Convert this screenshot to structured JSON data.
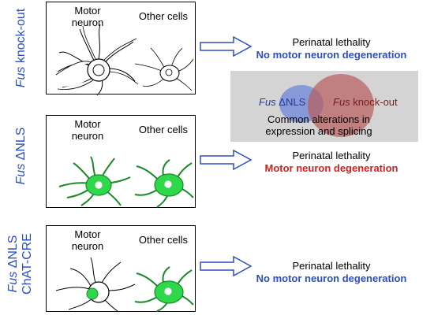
{
  "colors": {
    "blue": "#2b4ec4",
    "red": "#d22020",
    "green": "#2fd84a",
    "outline": "#000000",
    "venn_bg": "#d4d4d4",
    "venn_blue": "#6f86d8",
    "venn_red": "#b85c5c"
  },
  "rows": [
    {
      "label_italic": "Fus",
      "label_rest": " knock-out",
      "label_line2": "",
      "motor_caption": "Motor\nneuron",
      "other_caption": "Other cells",
      "outcome_line1": "Perinatal lethality",
      "outcome_line2": "No motor neuron degeneration",
      "outcome_line2_color": "blue"
    },
    {
      "label_italic": "Fus",
      "label_rest": " ΔNLS",
      "label_line2": "",
      "motor_caption": "Motor\nneuron",
      "other_caption": "Other cells",
      "outcome_line1": "Perinatal lethality",
      "outcome_line2": "Motor neuron degeneration",
      "outcome_line2_color": "red"
    },
    {
      "label_italic": "Fus",
      "label_rest": " ΔNLS",
      "label_line2": "ChAT-CRE",
      "motor_caption": "Motor\nneuron",
      "other_caption": "Other cells",
      "outcome_line1": "Perinatal lethality",
      "outcome_line2": "No motor neuron degeneration",
      "outcome_line2_color": "blue"
    }
  ],
  "venn": {
    "left_italic": "Fus",
    "left_rest": " ΔNLS",
    "right_italic": "Fus",
    "right_rest": " knock-out",
    "caption": "Common alterations in\nexpression and splicing"
  }
}
